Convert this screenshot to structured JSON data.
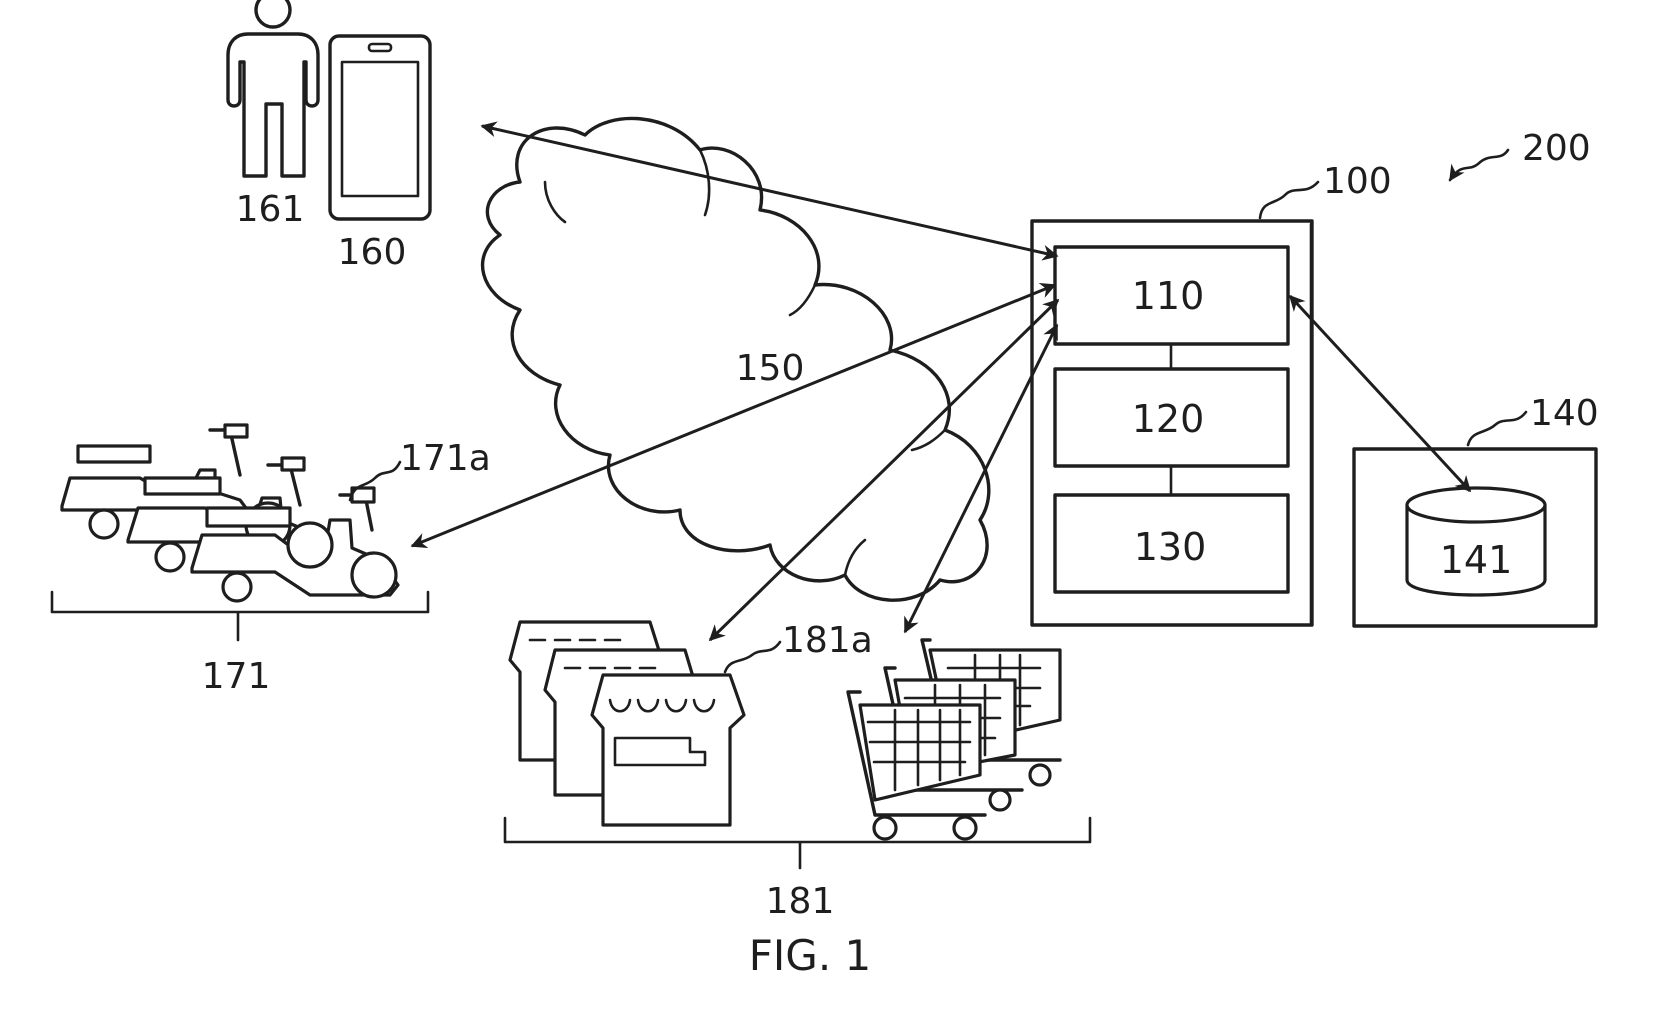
{
  "figure": {
    "caption": "FIG. 1"
  },
  "labels": {
    "system": "200",
    "server": "100",
    "module_110": "110",
    "module_120": "120",
    "module_130": "130",
    "database_unit": "140",
    "database": "141",
    "network": "150",
    "terminal": "160",
    "user": "161",
    "vehicle_group": "171",
    "vehicle_item": "171a",
    "store_group": "181",
    "store_item": "181a"
  },
  "icons": {
    "user": "person-icon",
    "terminal": "smartphone-icon",
    "network": "cloud-icon",
    "vehicles": "scooter-icon",
    "stores": "storefront-icon",
    "carts": "shopping-cart-icon",
    "database": "database-cylinder-icon"
  }
}
